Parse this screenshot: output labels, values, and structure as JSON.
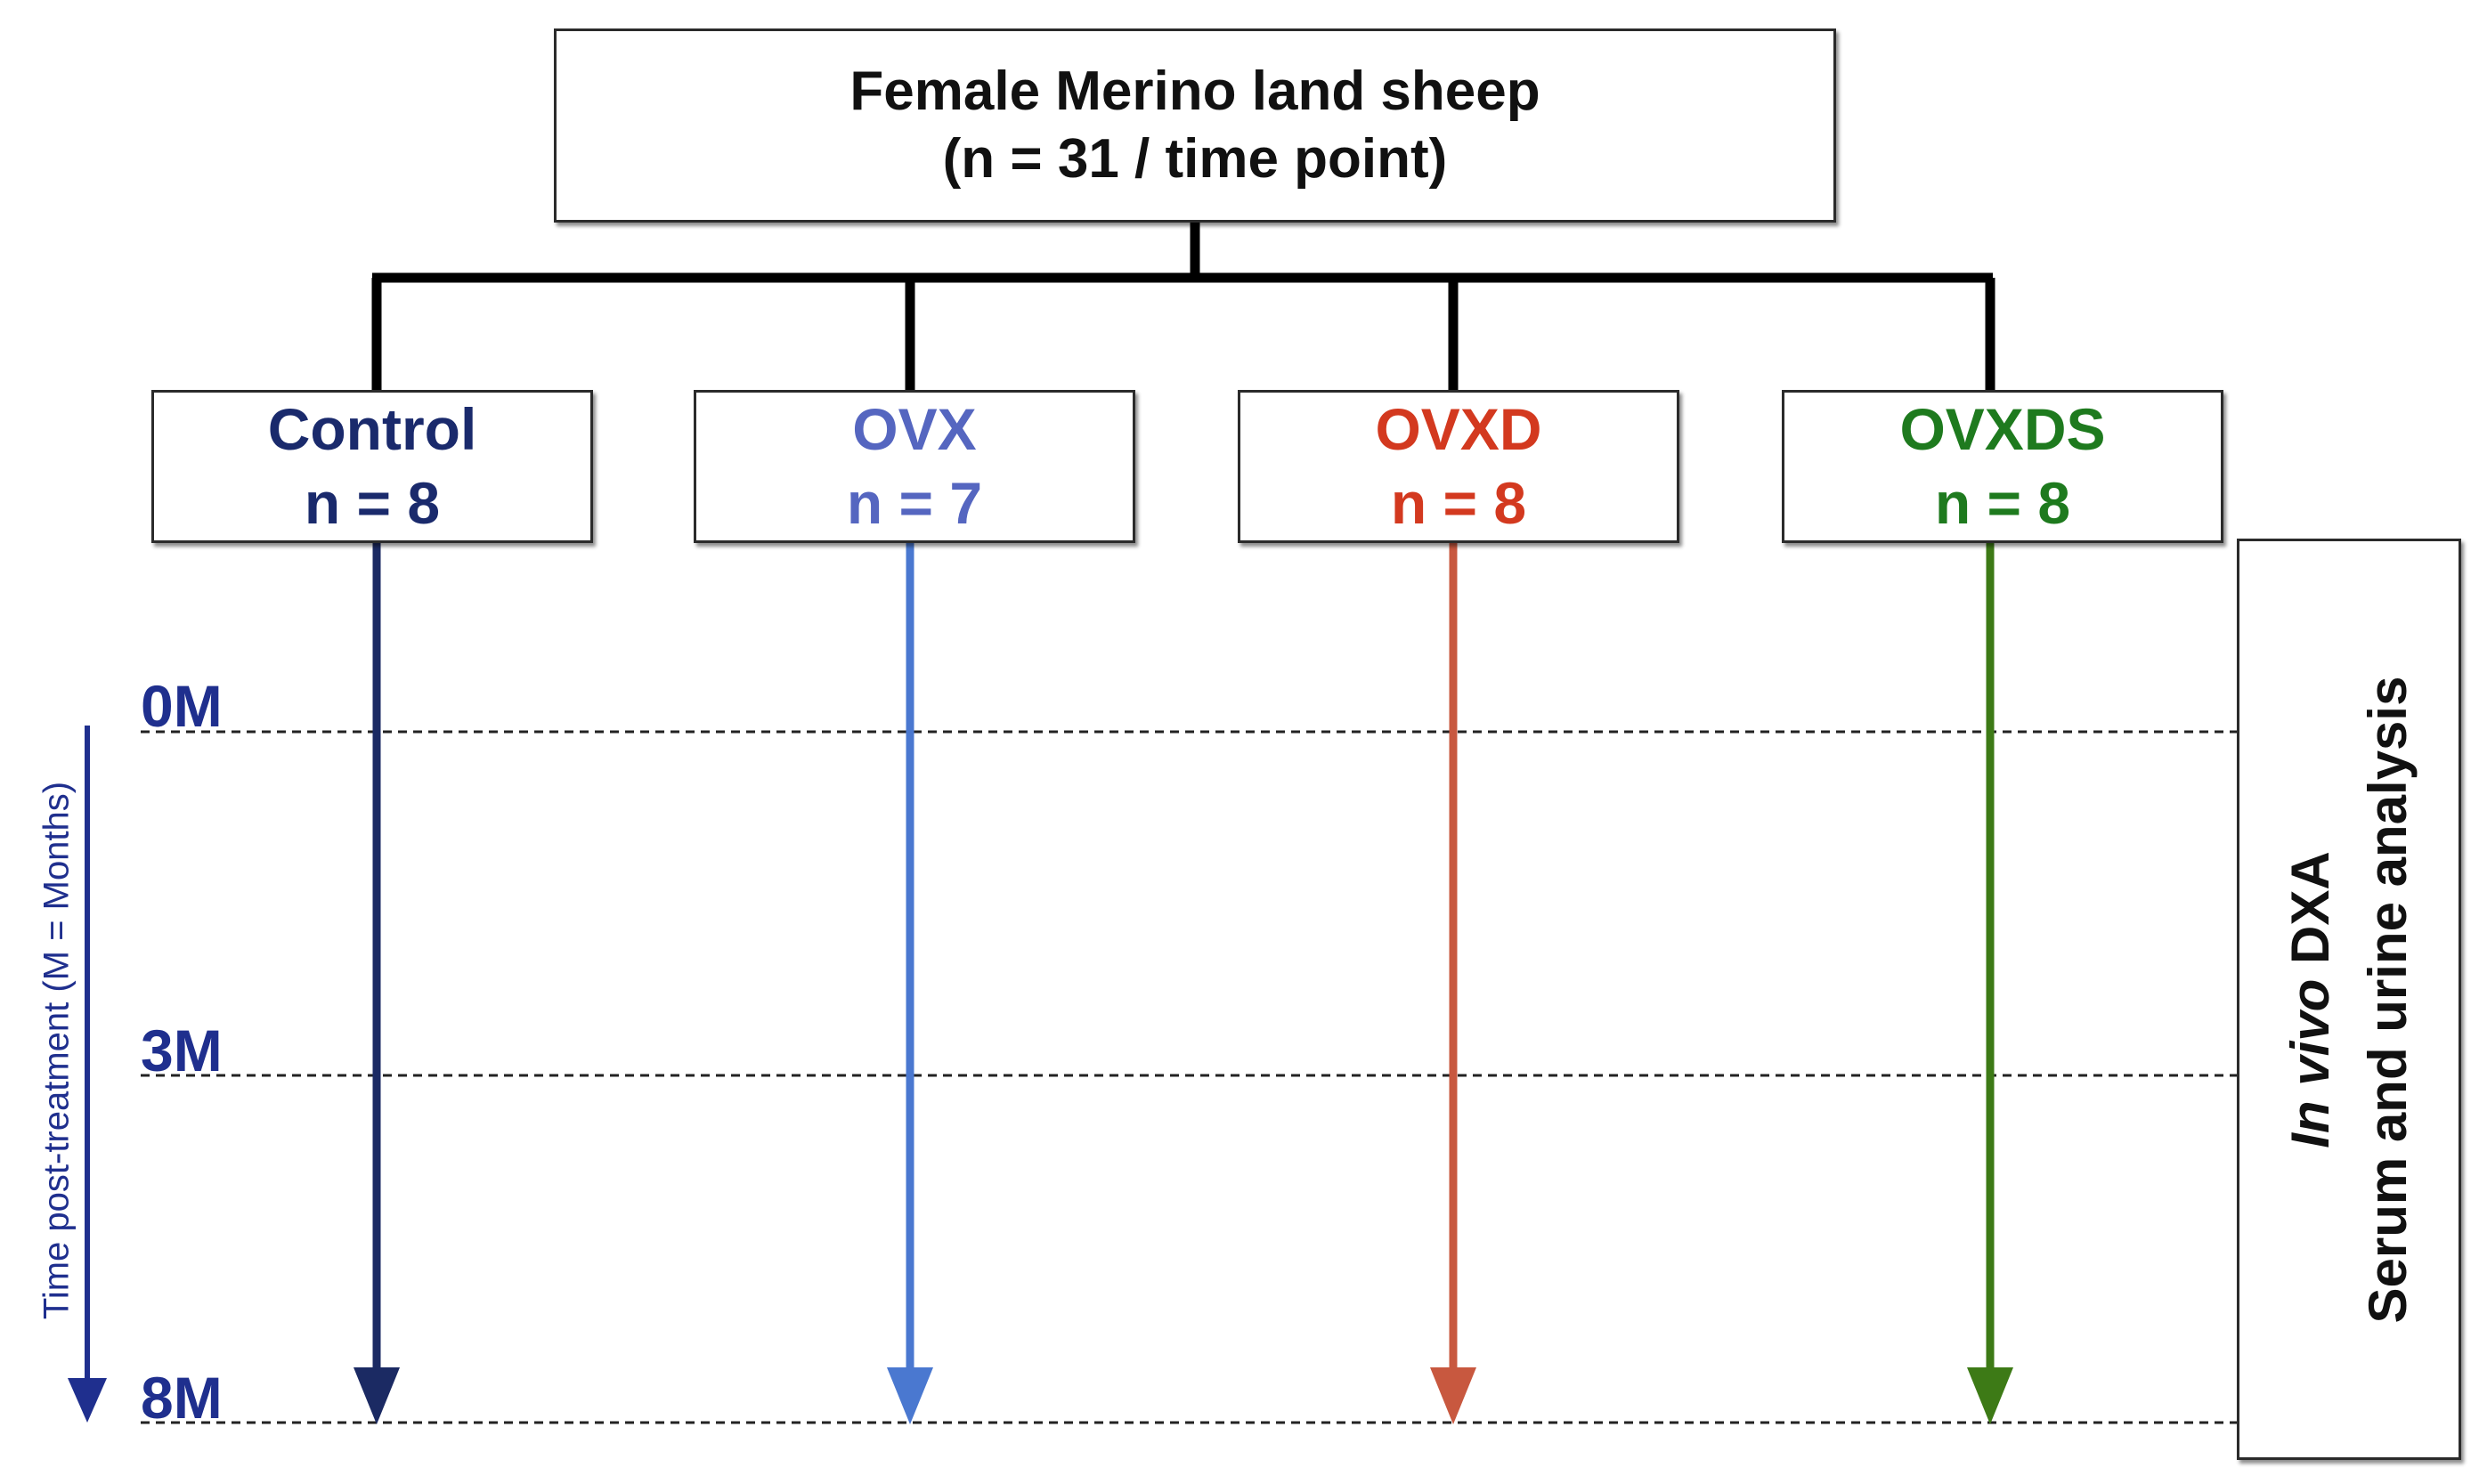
{
  "top": {
    "line1": "Female Merino land sheep",
    "line2": "(n = 31 / time point)"
  },
  "groups": [
    {
      "name": "Control",
      "n": "n = 8",
      "text_color": "#1a2a6c",
      "arrow_color": "#1b2a63"
    },
    {
      "name": "OVX",
      "n": "n = 7",
      "text_color": "#5566c0",
      "arrow_color": "#4a78d0"
    },
    {
      "name": "OVXD",
      "n": "n = 8",
      "text_color": "#d3391f",
      "arrow_color": "#c8583f"
    },
    {
      "name": "OVXDS",
      "n": "n = 8",
      "text_color": "#1e7a1e",
      "arrow_color": "#3d7a16"
    }
  ],
  "timepoints": [
    "0M",
    "3M",
    "8M"
  ],
  "axis_label": "Time post-treatment (M = Months)",
  "side": {
    "italic_part": "In vivo",
    "line1_rest": " DXA",
    "line2": "Serum and urine analysis"
  },
  "colors": {
    "axis": "#1f2f8e",
    "connector": "#000000",
    "dashed": "#222222"
  }
}
